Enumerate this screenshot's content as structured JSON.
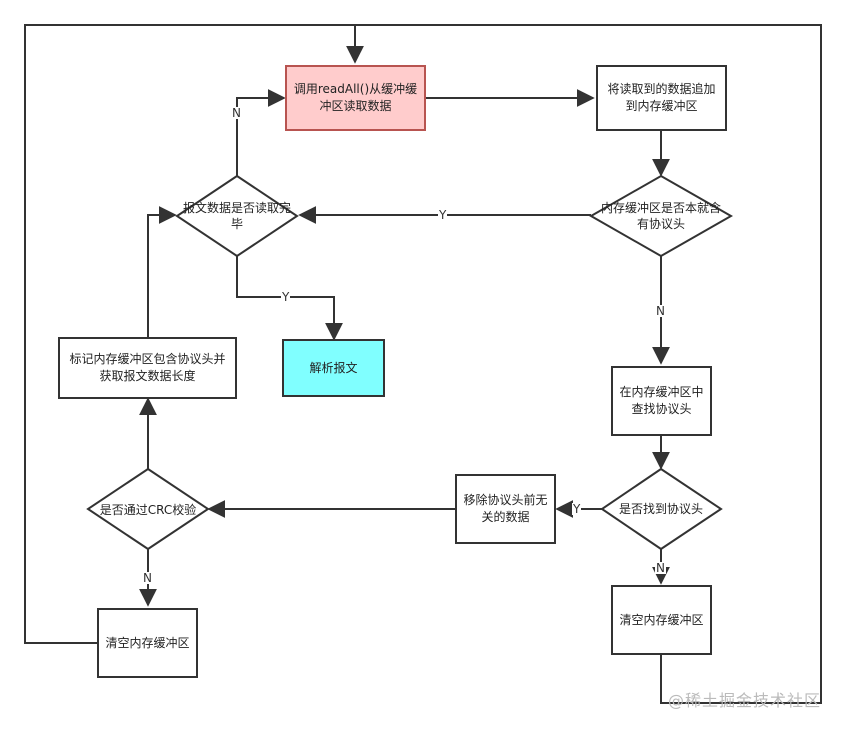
{
  "colors": {
    "stroke": "#333333",
    "start_fill": "#ffcccc",
    "start_border": "#b85450",
    "result_fill": "#80ffff"
  },
  "nodes": {
    "read_data": "调用readAll()从缓冲缓冲区读取数据",
    "append_buffer": "将读取到的数据追加到内存缓冲区",
    "has_header_check": "内存缓冲区是否本就含有协议头",
    "find_header": "在内存缓冲区中查找协议头",
    "header_found_check": "是否找到协议头",
    "remove_prefix": "移除协议头前无关的数据",
    "clear_buffer_right": "清空内存缓冲区",
    "crc_check": "是否通过CRC校验",
    "clear_buffer_left": "清空内存缓冲区",
    "mark_header": "标记内存缓冲区包含协议头并获取报文数据长度",
    "read_complete_check": "报文数据是否读取完毕",
    "parse_message": "解析报文"
  },
  "edges": {
    "complete_to_read_n": "N",
    "complete_to_parse_y": "Y",
    "has_header_y": "Y",
    "has_header_n": "N",
    "found_y": "Y",
    "found_n": "N",
    "crc_n": "N"
  },
  "watermark": "@稀土掘金技术社区"
}
